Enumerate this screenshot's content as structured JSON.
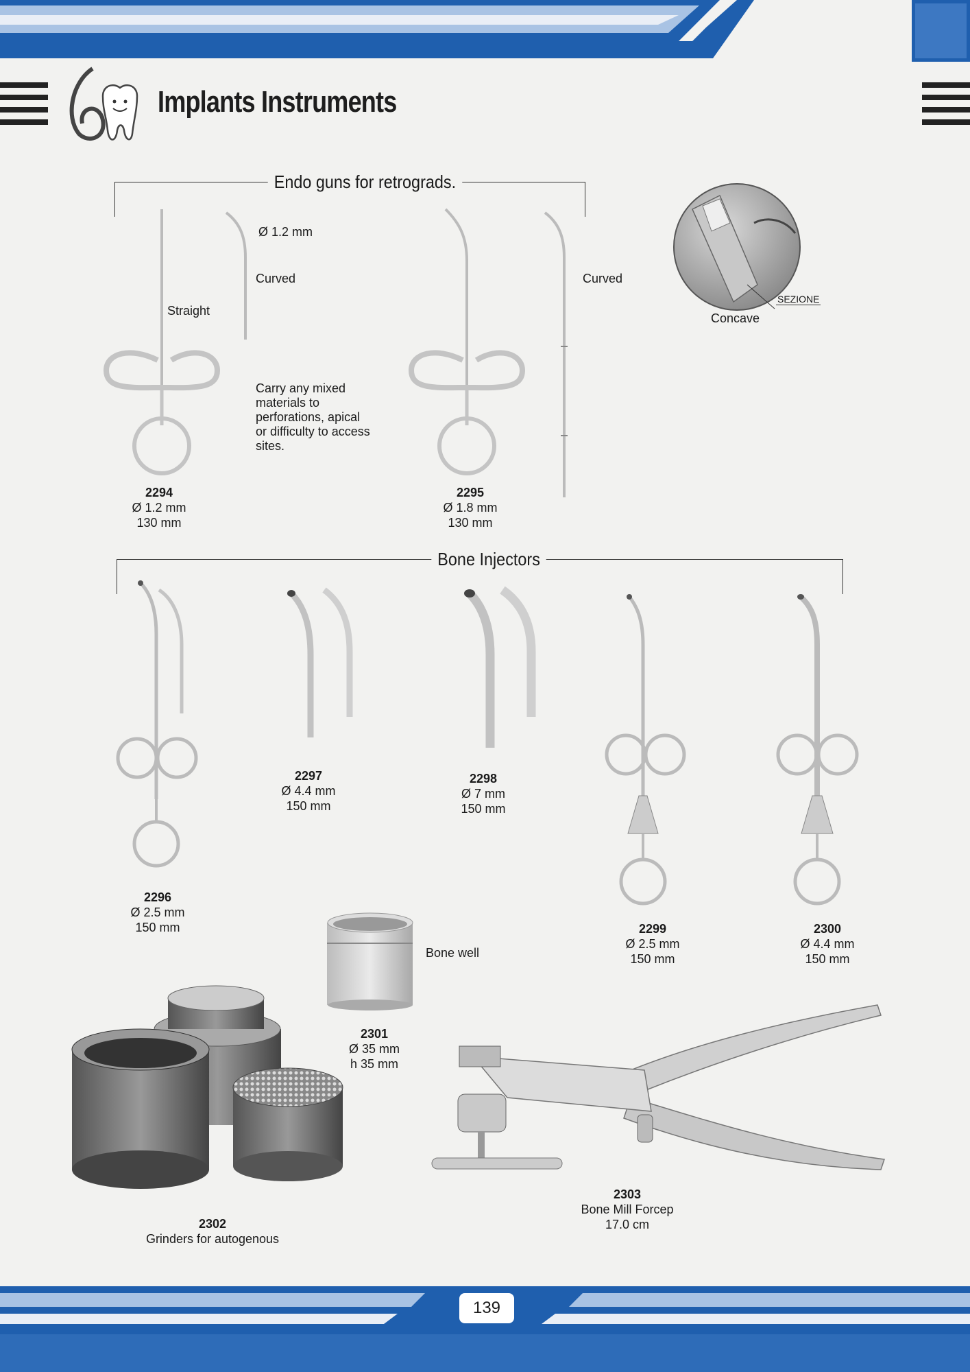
{
  "page": {
    "title": "Implants Instruments",
    "number": "139"
  },
  "colors": {
    "band_dark": "#1f5fae",
    "band_light": "#a9c3e4",
    "steel": "#c9c9c9"
  },
  "sections": {
    "endo": {
      "title": "Endo guns for retrograds."
    },
    "bone": {
      "title": "Bone Injectors"
    }
  },
  "endo_labels": {
    "diameter": "Ø 1.2 mm",
    "curved1": "Curved",
    "straight": "Straight",
    "curved2": "Curved",
    "concave": "Concave",
    "sezione": "SEZIONE"
  },
  "endo_note": "Carry any mixed materials to perforations, apical or difficulty to access sites.",
  "items": {
    "i2294": {
      "code": "2294",
      "line1": "Ø 1.2 mm",
      "line2": "130 mm"
    },
    "i2295": {
      "code": "2295",
      "line1": "Ø 1.8 mm",
      "line2": "130 mm"
    },
    "i2296": {
      "code": "2296",
      "line1": "Ø 2.5 mm",
      "line2": "150 mm"
    },
    "i2297": {
      "code": "2297",
      "line1": "Ø 4.4 mm",
      "line2": "150 mm"
    },
    "i2298": {
      "code": "2298",
      "line1": "Ø    7 mm",
      "line2": "150 mm"
    },
    "i2299": {
      "code": "2299",
      "line1": "Ø 2.5 mm",
      "line2": "150 mm"
    },
    "i2300": {
      "code": "2300",
      "line1": "Ø 4.4 mm",
      "line2": "150 mm"
    },
    "i2301": {
      "code": "2301",
      "line1": "Ø  35 mm",
      "line2": "h 35 mm",
      "label": "Bone well"
    },
    "i2302": {
      "code": "2302",
      "line1": "Grinders for autogenous"
    },
    "i2303": {
      "code": "2303",
      "line1": "Bone Mill Forcep",
      "line2": "17.0 cm"
    }
  },
  "icons": {
    "logo": "tooth-mascot-icon"
  }
}
